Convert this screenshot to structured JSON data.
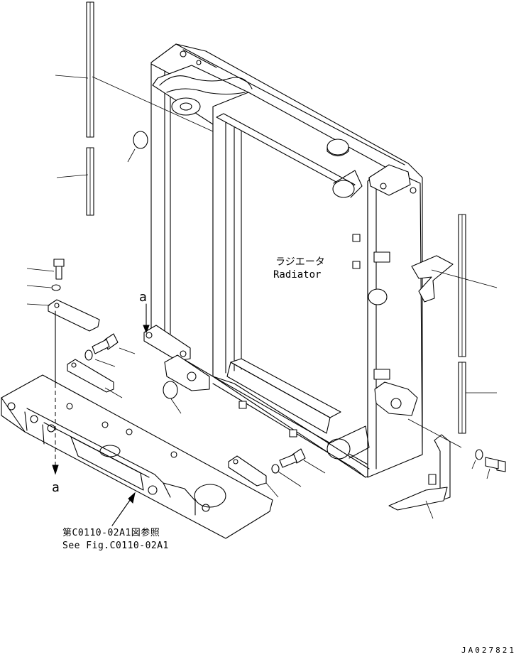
{
  "component_label_jp": "ラジエータ",
  "component_label_en": "Radiator",
  "view_marker_top": "a",
  "view_marker_bottom": "a",
  "reference_jp": "第C0110-02A1図参照",
  "reference_en": "See Fig.C0110-02A1",
  "drawing_number": "JA027821"
}
